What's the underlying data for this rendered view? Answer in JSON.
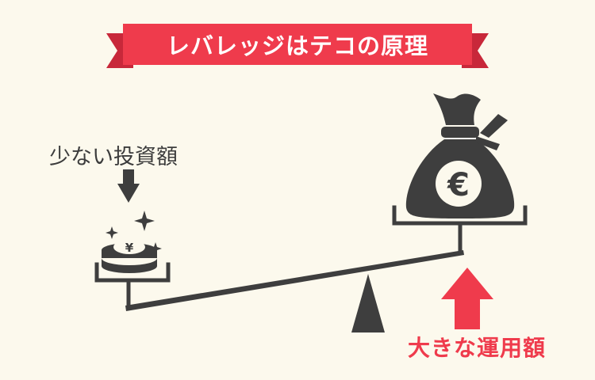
{
  "title": "レバレッジはテコの原理",
  "labels": {
    "small_investment": "少ない投資額",
    "large_operation": "大きな運用額"
  },
  "icons": {
    "coin_symbol": "¥",
    "money_bag_symbol": "€"
  },
  "colors": {
    "background": "#fcf9ed",
    "banner": "#ef3b4c",
    "banner_dark": "#c8283a",
    "dark": "#3e3e3e",
    "accent": "#ef3b4c"
  }
}
